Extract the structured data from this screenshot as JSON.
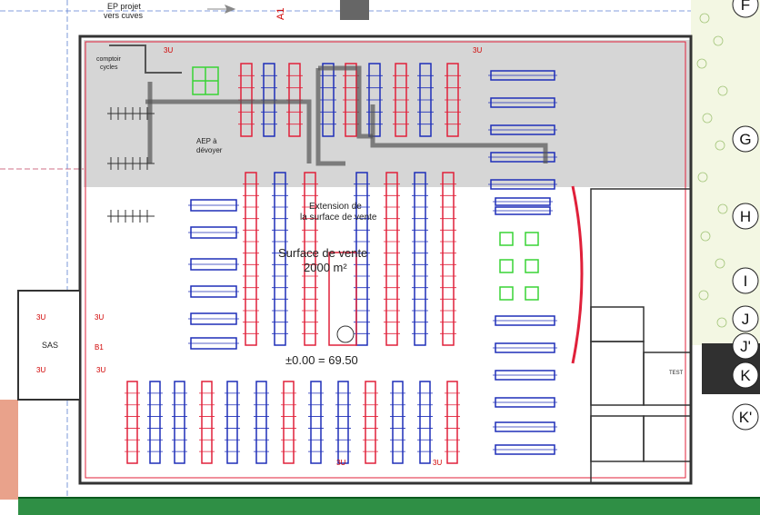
{
  "plan": {
    "labels": {
      "ep_projet": "EP projet",
      "vers_cuves": "vers cuves",
      "comptoir": "comptoir",
      "cycles": "cycles",
      "aep": "AEP à",
      "devoyer": "dévoyer",
      "extension": "Extension de",
      "surface_vente_ext": "la surface de vente",
      "surface_vente": "Surface de vente",
      "area": "2000 m²",
      "level": "±0.00 = 69.50",
      "sas": "SAS",
      "test": "TEST",
      "b1": "B1",
      "a1": "A1"
    },
    "grid_labels": [
      "F",
      "G",
      "H",
      "I",
      "J",
      "J'",
      "K",
      "K'"
    ],
    "exit_marks": [
      "3U",
      "3U",
      "3U",
      "3U",
      "3U",
      "3U",
      "3U",
      "3U"
    ],
    "colors": {
      "wall": "#333333",
      "blue_rack": "#1f2fb8",
      "red_rack": "#e0203a",
      "green": "#39d435",
      "zone_fill": "#d6d6d6",
      "orange": "#ff7f00"
    }
  }
}
